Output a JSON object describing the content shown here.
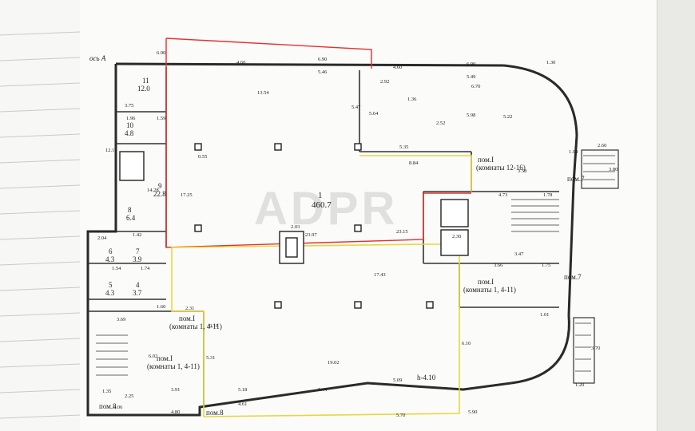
{
  "title_axis": "ось А",
  "watermark": "ADPR",
  "rooms": {
    "r1": {
      "num": "1",
      "area": "460.7"
    },
    "r11": {
      "num": "11",
      "area": "12.0"
    },
    "r10": {
      "num": "10",
      "area": "4.8"
    },
    "r9": {
      "num": "9",
      "area": "22.8"
    },
    "r8": {
      "num": "8",
      "area": "6.4"
    },
    "r7": {
      "num": "7",
      "area": "3.9"
    },
    "r6": {
      "num": "6",
      "area": "4.3"
    },
    "r5": {
      "num": "5",
      "area": "4.3"
    },
    "r4": {
      "num": "4",
      "area": "3.7"
    }
  },
  "labels": {
    "pom1_rooms_1_4_11": "пом.I",
    "rooms_1_4_11": "(комнаты 1, 4-11)",
    "pom1_rooms_12_16": "пом.I",
    "rooms_12_16": "(комнаты 12-16)",
    "pom7": "пом.7",
    "pom8": "пом.8",
    "elev_mark": "h-4.10"
  },
  "dims": {
    "d690a": "6.90",
    "d460a": "4.60",
    "d690b": "6.90",
    "d546": "5.46",
    "d460b": "4.60",
    "d690c": "6.90",
    "d549": "5.49",
    "d670": "6.70",
    "d1354": "13.54",
    "d547": "5.47",
    "d564": "5.64",
    "d598": "5.98",
    "d522": "5.22",
    "d292": "2.92",
    "d136": "1.36",
    "d252": "2.52",
    "d884": "8.84",
    "d1725": "17.25",
    "d375": "3.75",
    "d159": "1.59",
    "d196": "1.96",
    "d1211": "12.11",
    "d1428": "14.28",
    "d055": "0.55",
    "d203": "2.03",
    "d2397": "23.97",
    "d2315": "23.15",
    "d1743": "17.43",
    "d230": "2.30",
    "d473": "4.73",
    "d347": "3.47",
    "d366": "3.66",
    "d175": "1.75",
    "d101": "1.01",
    "d231": "2.31",
    "d016": "0.16",
    "d531": "5.31",
    "d369": "3.69",
    "d602": "6.02",
    "d391": "3.91",
    "d518": "5.18",
    "d544": "5.44",
    "d509": "5.09",
    "d461": "4.61",
    "d1902": "19.02",
    "d610": "6.10",
    "d570": "5.70",
    "d590": "5.90",
    "d480": "4.80",
    "d225": "2.25",
    "d135": "1.35",
    "d406": "4.06",
    "d160": "1.60",
    "d174": "1.74",
    "d154": "1.54",
    "d142": "1.42",
    "d204": "2.04",
    "d120": "1.20",
    "d370": "3.70",
    "d260": "2.60",
    "d104": "1.04",
    "d178": "1.78",
    "d358": "3.58",
    "d130": "1.30",
    "d380": "3.80",
    "d535": "5.35"
  }
}
